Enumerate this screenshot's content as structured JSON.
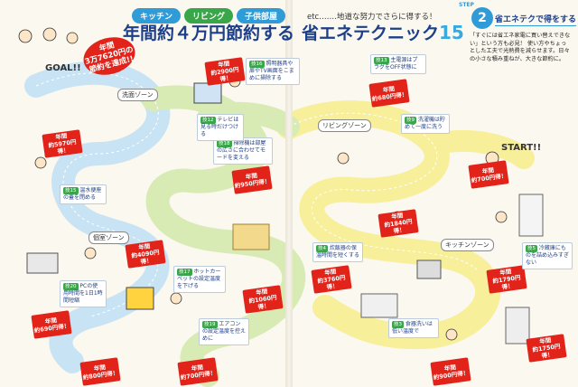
{
  "header": {
    "tabs": [
      "キッチン",
      "リビング",
      "子供部屋"
    ],
    "etc_text": "etc.……地道な努力でさらに得する！",
    "title_left": "年間約４万円節約する",
    "title_right_prefix": "省エネテクニック",
    "title_right_number": "15",
    "step_label": "STEP",
    "step_number": "2",
    "step_heading": "省エネテクで得をする",
    "intro": "「すぐには省エネ家電に買い替えできない」という方も必見！ 使い方やちょっとした工夫で光熱費を減らせます。日々の小さな積み重ねが、大きな節約に。"
  },
  "markers": {
    "goal": "GOAL!!",
    "start": "START!!"
  },
  "zones": [
    "洗面ゾーン",
    "リビングゾーン",
    "キッチンゾーン",
    "個室ゾーン"
  ],
  "big_badge": {
    "line1": "年間",
    "line2": "3万7620円の",
    "line3": "節約を達成!!"
  },
  "savings": [
    {
      "label": "年間",
      "amount": "約5970円得！"
    },
    {
      "label": "年間",
      "amount": "約2900円得！"
    },
    {
      "label": "年間",
      "amount": "約950円得！"
    },
    {
      "label": "年間",
      "amount": "約4090円得！"
    },
    {
      "label": "年間",
      "amount": "約1060円得！"
    },
    {
      "label": "年間",
      "amount": "約700円得！"
    },
    {
      "label": "年間",
      "amount": "約800円得！"
    },
    {
      "label": "年間",
      "amount": "約1840円得！"
    },
    {
      "label": "年間",
      "amount": "約700円得！"
    },
    {
      "label": "年間",
      "amount": "約900円得！"
    },
    {
      "label": "年間",
      "amount": "約3760円得！"
    },
    {
      "label": "年間",
      "amount": "約680円得！"
    },
    {
      "label": "年間",
      "amount": "約690円得！"
    },
    {
      "label": "年間",
      "amount": "約1750円得！"
    },
    {
      "label": "年間",
      "amount": "約1790円得！"
    }
  ],
  "tips": [
    {
      "num": "技16",
      "text": "照明器具や扉やTV画面をこまめに掃除する"
    },
    {
      "num": "技18",
      "text": "掃除機は部屋の広さに合わせてモードを変える"
    },
    {
      "num": "技12",
      "text": "テレビは見る時だけつける"
    },
    {
      "num": "技13",
      "text": "主電源はプラグをOFF状態に"
    },
    {
      "num": "技9",
      "text": "洗濯機は貯めて一度に洗う"
    },
    {
      "num": "技5",
      "text": "冷蔵庫にものを詰め込みすぎない"
    },
    {
      "num": "技4",
      "text": "炊飯器の保温時間を短くする"
    },
    {
      "num": "技3",
      "text": "食器洗いは低い温度で"
    },
    {
      "num": "技20",
      "text": "PCの使用時間を1日1時間短縮"
    },
    {
      "num": "技17",
      "text": "ホットカーペットの設定温度を下げる"
    },
    {
      "num": "技19",
      "text": "エアコンの設定温度を控えめに"
    },
    {
      "num": "技15",
      "text": "温水便座の蓋を閉める"
    }
  ],
  "colors": {
    "path_blue": "#c8e3f3",
    "path_green": "#d8ebb4",
    "path_yellow": "#f7ef9a",
    "badge_red": "#e2231a",
    "title_navy": "#1d3f8a",
    "accent_blue": "#2f9bd7",
    "accent_green": "#3aa64a"
  }
}
